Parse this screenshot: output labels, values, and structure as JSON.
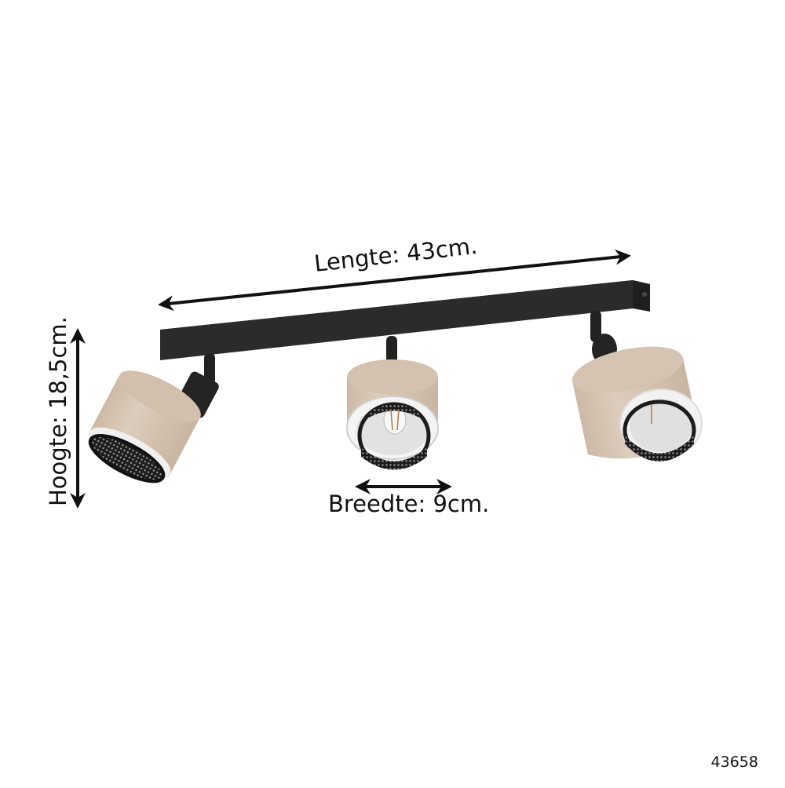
{
  "diagram": {
    "type": "product-dimension-drawing",
    "subject": "3-spot ceiling light bar with linen shades and black mesh grilles",
    "dimensions": {
      "length": {
        "label": "Lengte: 43cm.",
        "value": 43,
        "unit": "cm"
      },
      "height": {
        "label": "Hoogte: 18,5cm.",
        "value": 18.5,
        "unit": "cm"
      },
      "width": {
        "label": "Breedte: 9cm.",
        "value": 9,
        "unit": "cm"
      }
    },
    "product_code": "43658",
    "spots": [
      {
        "position": "left",
        "orientation": "tilted-down-left"
      },
      {
        "position": "middle",
        "orientation": "facing-front"
      },
      {
        "position": "right",
        "orientation": "tilted-front-right"
      }
    ],
    "colors": {
      "background": "#ffffff",
      "bar": "#2b2b2b",
      "bar_top": "#3a3a3a",
      "shade_linen": "#d8c7b6",
      "shade_shadow": "#c4b09c",
      "mesh": "#1c1c1c",
      "inner_white": "#e9e9e9",
      "arrow": "#111111"
    }
  }
}
